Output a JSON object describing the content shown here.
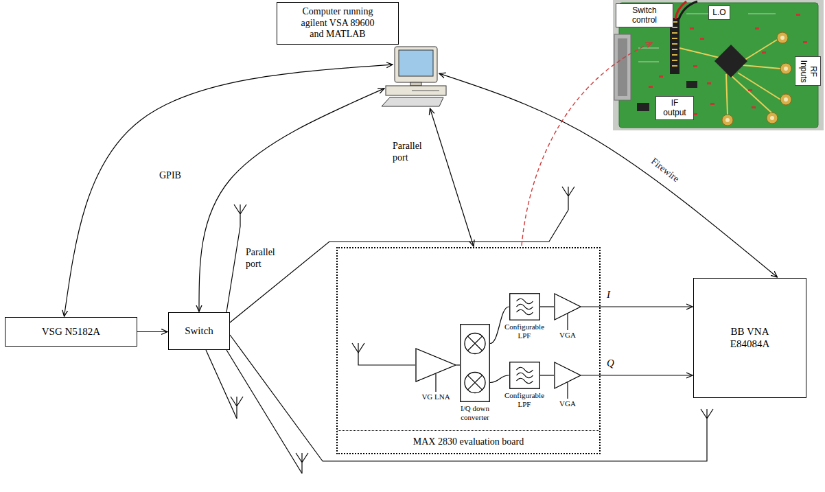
{
  "diagram": {
    "nodes": [
      {
        "text": [
          "Computer running agilent VSA 89600 and MATLAB"
        ]
      },
      {
        "text": [
          "Switch control"
        ]
      },
      {
        "text": [
          "L.O"
        ]
      },
      {
        "text": [
          "RF Inputs"
        ]
      },
      {
        "text": [
          "IF output"
        ]
      },
      {
        "text": [
          "VSG N5182A"
        ]
      },
      {
        "text": [
          "Switch"
        ]
      },
      {
        "text": [
          "MAX 2830 evaluation board"
        ]
      },
      {
        "text": [
          "VG LNA"
        ],
        "in": 7
      },
      {
        "text": [
          "I/Q down converter"
        ],
        "in": 7
      },
      {
        "text": [
          "Configurable LPF"
        ],
        "in": 7
      },
      {
        "text": [
          "VGA"
        ],
        "in": 7
      },
      {
        "text": [
          "Configurable LPF"
        ],
        "in": 7
      },
      {
        "text": [
          "VGA"
        ],
        "in": 7
      },
      {
        "text": [
          "BB VNA E84084A"
        ]
      }
    ],
    "edges": [
      {
        "from": 0,
        "to": 5,
        "arrow": "both",
        "label": "GPIB"
      },
      {
        "from": 0,
        "to": 6,
        "arrow": "both",
        "label": "Parallel port"
      },
      {
        "from": 0,
        "to": 7,
        "arrow": "both",
        "label": "Parallel port"
      },
      {
        "from": 0,
        "to": 14,
        "arrow": "both",
        "label": "Firewire"
      },
      {
        "from": 5,
        "to": 6,
        "arrow": "to"
      },
      {
        "from": 8,
        "to": 9,
        "arrow": "none"
      },
      {
        "from": 9,
        "to": 10,
        "arrow": "none"
      },
      {
        "from": 9,
        "to": 12,
        "arrow": "none"
      },
      {
        "from": 10,
        "to": 11,
        "arrow": "none"
      },
      {
        "from": 12,
        "to": 13,
        "arrow": "none"
      },
      {
        "from": 11,
        "to": 14,
        "arrow": "to",
        "label": "I"
      },
      {
        "from": 13,
        "to": 14,
        "arrow": "to",
        "label": "Q"
      }
    ]
  }
}
